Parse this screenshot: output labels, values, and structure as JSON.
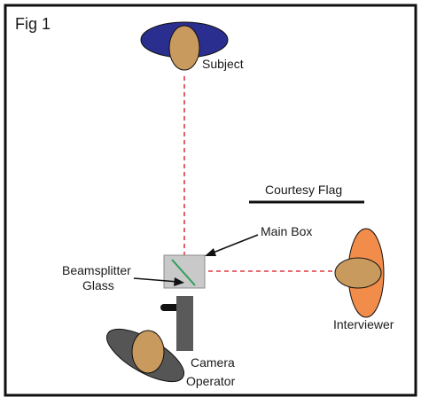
{
  "figure": {
    "label": "Fig 1"
  },
  "labels": {
    "subject": "Subject",
    "courtesy_flag": "Courtesy Flag",
    "main_box": "Main Box",
    "beamsplitter_line1": "Beamsplitter",
    "beamsplitter_line2": "Glass",
    "interviewer": "Interviewer",
    "camera_operator_line1": "Camera",
    "camera_operator_line2": "Operator"
  },
  "colors": {
    "frame": "#111111",
    "subject_shoulders": "#2a2f8f",
    "head": "#c99a5e",
    "interviewer_shoulders": "#f28c4a",
    "operator_shoulders": "#555555",
    "sightline": "#e0393e",
    "main_box": "#c9c9c9",
    "beamsplitter_glass": "#2e9e5a",
    "camera_body": "#5a5a5a",
    "camera_handle": "#111111"
  }
}
